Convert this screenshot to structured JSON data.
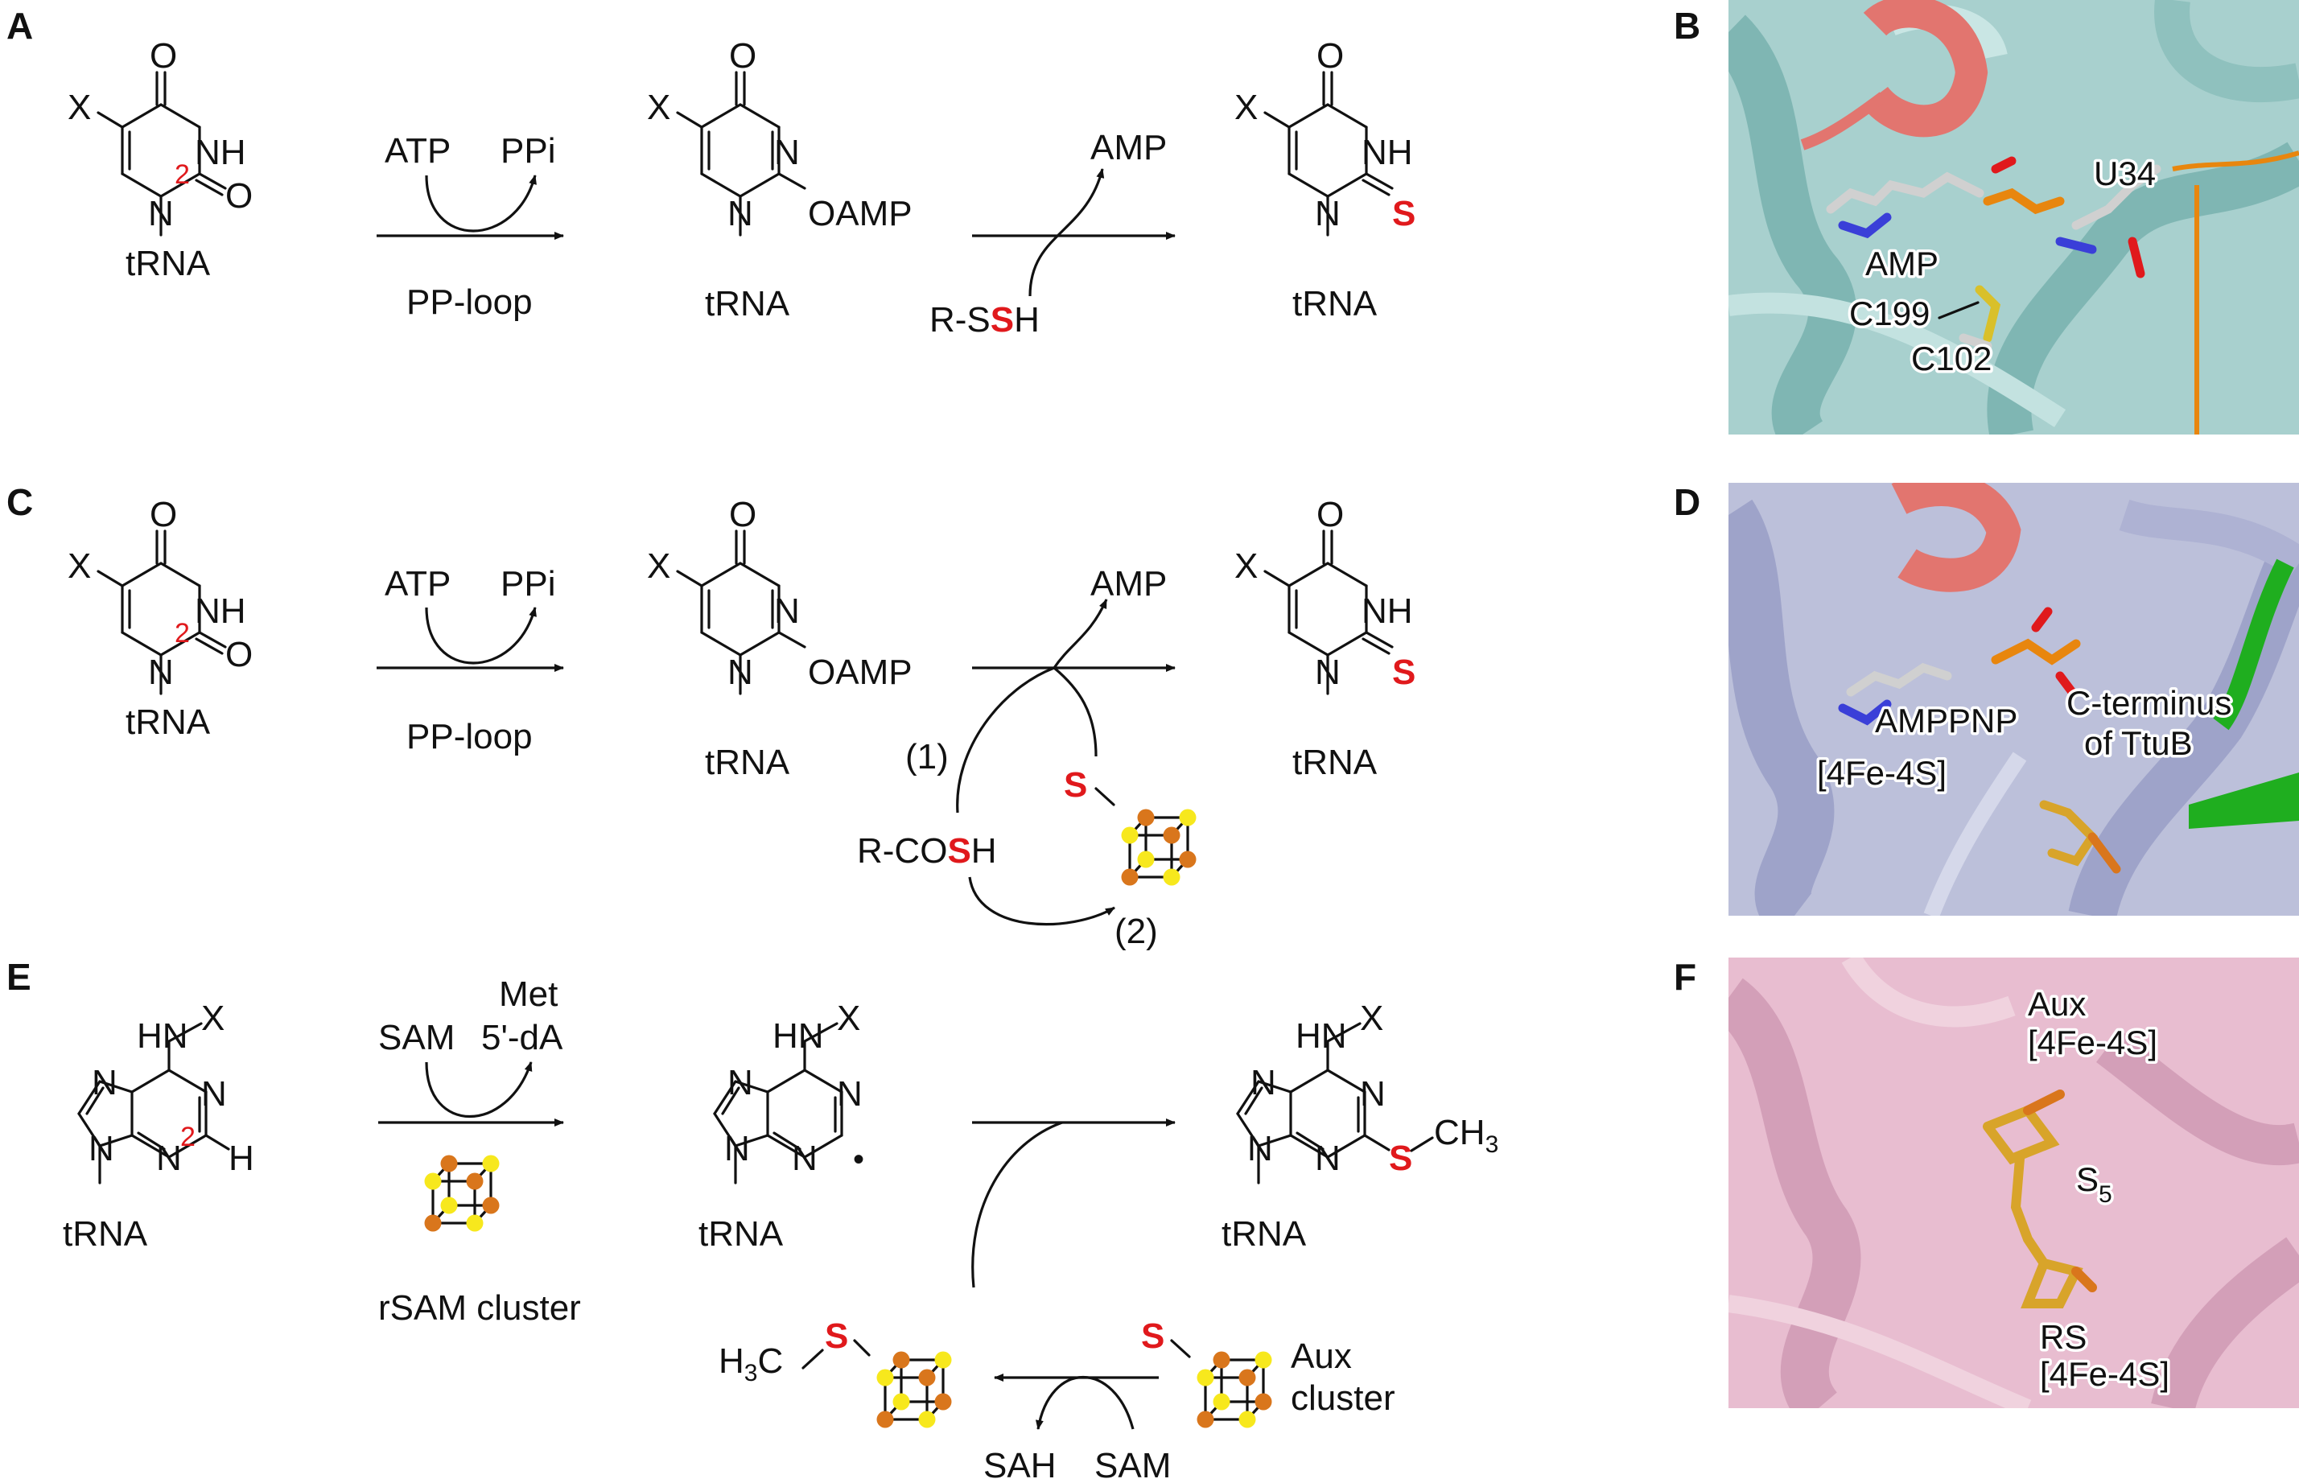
{
  "panel_labels": {
    "a": "A",
    "b": "B",
    "c": "C",
    "d": "D",
    "e": "E",
    "f": "F"
  },
  "atoms": {
    "x": "X",
    "o": "O",
    "nh": "NH",
    "n": "N",
    "hn": "HN",
    "h": "H",
    "s": "S",
    "ring_number": "2",
    "c_h": "C",
    "h3": "H",
    "sub3": "3",
    "trna": "tRNA",
    "oamp": "OAMP",
    "radical_dot": "•"
  },
  "reagents": {
    "atp": "ATP",
    "ppi": "PPi",
    "amp": "AMP",
    "pp_loop": "PP-loop",
    "r_ssh_prefix": "R-S",
    "r_ssh_s": "S",
    "r_ssh_suffix": "H",
    "r_cosh_prefix": "R-CO",
    "r_cosh_s": "S",
    "r_cosh_suffix": "H",
    "path1": "(1)",
    "path2": "(2)",
    "sam": "SAM",
    "met": "Met",
    "dA": "5'-dA",
    "rsam_cluster": "rSAM cluster",
    "sah": "SAH",
    "aux": "Aux",
    "cluster": "cluster"
  },
  "structure_labels": {
    "b": {
      "amp": "AMP",
      "u34": "U34",
      "c199": "C199",
      "c102": "C102"
    },
    "d": {
      "amppnp": "AMPPNP",
      "cluster": "[4Fe-4S]",
      "cterm1": "C-terminus",
      "cterm2": "of TtuB"
    },
    "f": {
      "aux1": "Aux",
      "aux2": "[4Fe-4S]",
      "s": "S",
      "s_sub": "5",
      "rs1": "RS",
      "rs2": "[4Fe-4S]"
    }
  },
  "colors": {
    "sulfur": "#e0191c",
    "cluster_fe": "#d9761c",
    "cluster_s": "#f7e81d",
    "panel_b_bg": "#a8d0ce",
    "panel_b_helix": "#7fb6b3",
    "panel_b_accent": "#e2756f",
    "rna_backbone": "#e8860e",
    "panel_d_bg": "#bcc0da",
    "panel_d_helix": "#9ea3c9",
    "panel_d_accent": "#e2756f",
    "ttub": "#1fae1f",
    "panel_f_bg": "#e8bdd0",
    "panel_f_helix": "#d39fb8",
    "cluster_stick": "#d8a42a"
  }
}
